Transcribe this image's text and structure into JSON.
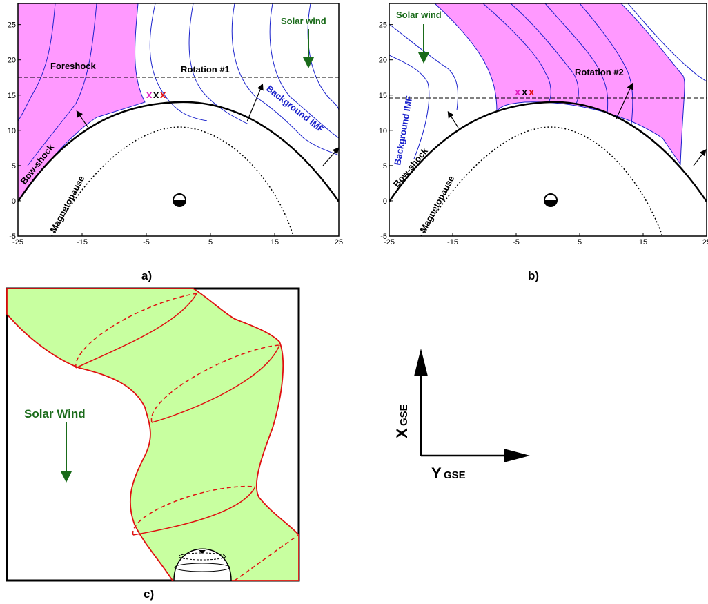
{
  "panel_a": {
    "caption": "a)",
    "labels": {
      "foreshock": "Foreshock",
      "rotation": "Rotation #1",
      "solar_wind": "Solar wind",
      "background_imf": "Background IMF",
      "bow_shock": "Bow-shock",
      "magnetopause": "Magnetopause"
    },
    "x_ticks": [
      "-25",
      "-15",
      "-5",
      "5",
      "15",
      "25"
    ],
    "y_ticks": [
      "25",
      "20",
      "15",
      "10",
      "5",
      "0",
      "-5"
    ]
  },
  "panel_b": {
    "caption": "b)",
    "labels": {
      "solar_wind": "Solar wind",
      "rotation": "Rotation #2",
      "background_imf": "Background IMF",
      "bow_shock": "Bow-shock",
      "magnetopause": "Magnetopause"
    },
    "x_ticks": [
      "-25",
      "-15",
      "-5",
      "5",
      "15",
      "25"
    ],
    "y_ticks": [
      "25",
      "20",
      "15",
      "10",
      "5",
      "0",
      "-5"
    ]
  },
  "panel_c": {
    "caption": "c)",
    "solar_wind": "Solar Wind"
  },
  "axes_legend": {
    "x_main": "X",
    "x_sub": "GSE",
    "y_main": "Y",
    "y_sub": "GSE"
  },
  "markers": [
    "x",
    "x",
    "x"
  ],
  "colors": {
    "shaded_region": "#ff99ff",
    "field_lines": "#1a22cc",
    "solar_wind_text": "#1a6b1a",
    "flux_tube_fill": "#c8ffa0",
    "flux_tube_edge": "#e01010",
    "marker_magenta": "#e020c0",
    "marker_black": "#000000",
    "marker_red": "#e01010"
  }
}
